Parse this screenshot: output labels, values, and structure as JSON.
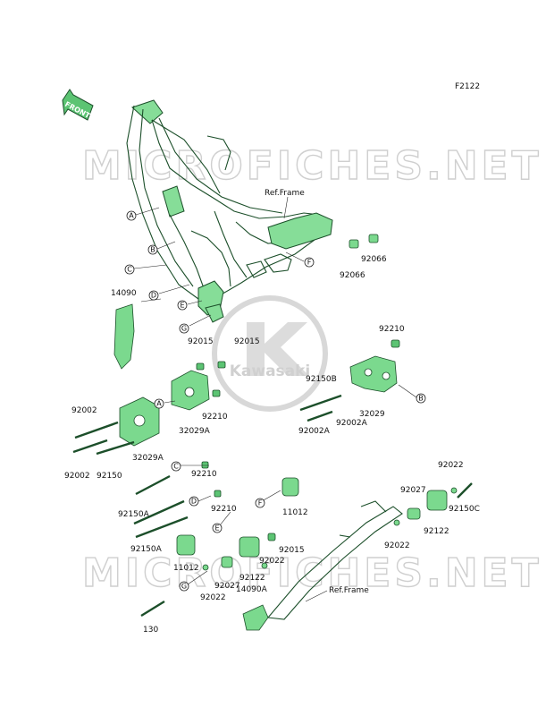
{
  "figure_code": "F2122",
  "front_label": "FRONT",
  "watermark": "MICROFICHES.NET",
  "logo_text": "Kawasaki",
  "ref_frame_label": "Ref.Frame",
  "callout_letters": [
    "A",
    "B",
    "C",
    "D",
    "E",
    "F",
    "G"
  ],
  "part_numbers": [
    "92066",
    "92066",
    "14090",
    "92210",
    "92015",
    "92015",
    "92150B",
    "92002",
    "92002A",
    "92002A",
    "32029",
    "32029A",
    "32029A",
    "92210",
    "92002",
    "92150",
    "92210",
    "92150A",
    "92210",
    "92150A",
    "11012",
    "11012",
    "92015",
    "92022",
    "92027",
    "92122",
    "14090A",
    "130",
    "92022",
    "92027",
    "92022",
    "92150C",
    "92122",
    "92022"
  ]
}
